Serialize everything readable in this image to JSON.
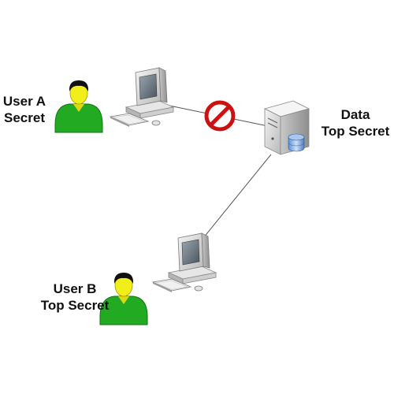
{
  "nodes": {
    "user_a": {
      "name": "User A",
      "clearance": "Secret"
    },
    "user_b": {
      "name": "User B",
      "clearance": "Top Secret"
    },
    "data": {
      "name": "Data",
      "clearance": "Top Secret"
    }
  },
  "icons": {
    "user": "person-icon",
    "workstation": "desktop-computer-icon",
    "server": "database-server-icon",
    "denied": "prohibited-icon"
  },
  "colors": {
    "person_body": "#22aa22",
    "person_face": "#f2ee1a",
    "person_hair": "#111111",
    "denied": "#cc1111",
    "link": "#555555"
  }
}
